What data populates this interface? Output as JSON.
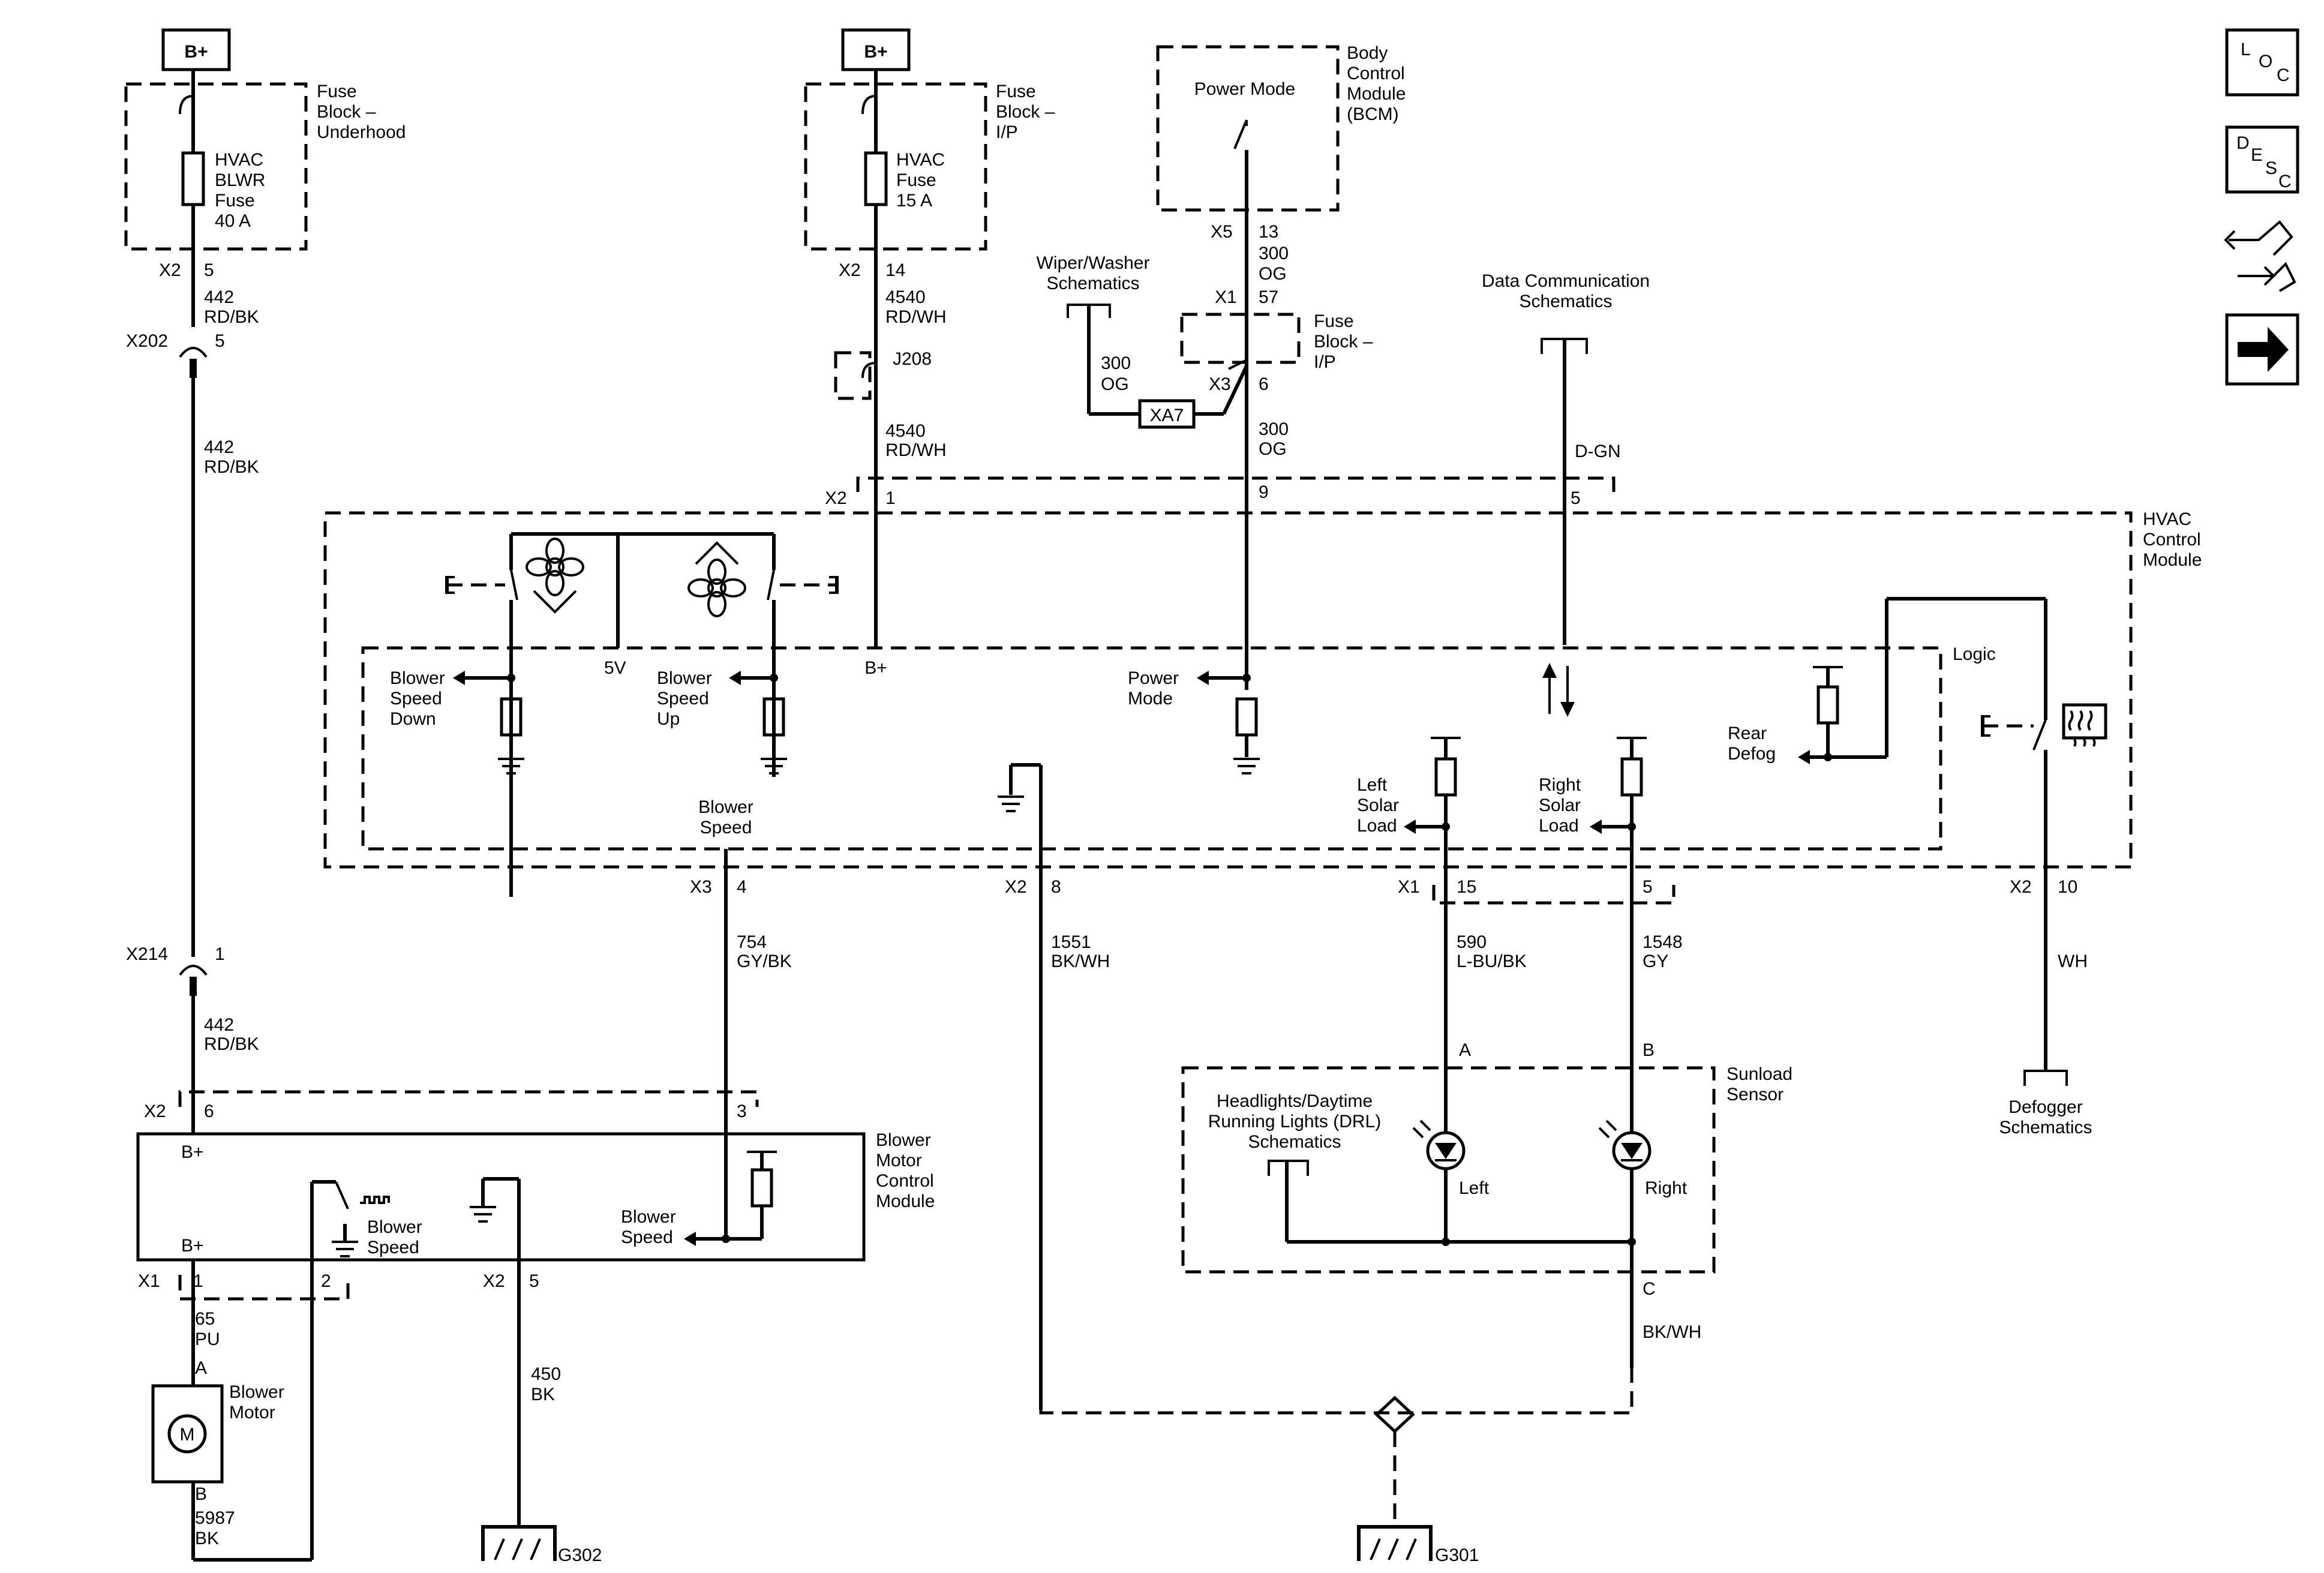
{
  "power": {
    "b_plus_left": "B+",
    "b_plus_mid": "B+"
  },
  "fuse_underhood": {
    "block": [
      "Fuse",
      "Block –",
      "Underhood"
    ],
    "fuse": [
      "HVAC",
      "BLWR",
      "Fuse",
      "40 A"
    ],
    "conn": "X2",
    "pin": "5",
    "wire1": [
      "442",
      "RD/BK"
    ],
    "x202": "X202",
    "x202_pin": "5",
    "wire2": [
      "442",
      "RD/BK"
    ],
    "x214": "X214",
    "x214_pin": "1",
    "wire3": [
      "442",
      "RD/BK"
    ]
  },
  "fuse_ip": {
    "block": [
      "Fuse",
      "Block –",
      "I/P"
    ],
    "fuse": [
      "HVAC",
      "Fuse",
      "15 A"
    ],
    "conn": "X2",
    "pin": "14",
    "wire1": [
      "4540",
      "RD/WH"
    ],
    "splice": "J208",
    "wire2": [
      "4540",
      "RD/WH"
    ],
    "hvac_conn": "X2",
    "hvac_pin": "1"
  },
  "bcm": {
    "title": [
      "Body",
      "Control",
      "Module",
      "(BCM)"
    ],
    "power_mode": "Power Mode",
    "conn": "X5",
    "pin": "13",
    "wire1": [
      "300",
      "OG"
    ],
    "fb_conn_top": "X1",
    "fb_pin_top": "57",
    "fb_label": [
      "Fuse",
      "Block –",
      "I/P"
    ],
    "fb_conn_bot": "X3",
    "fb_pin_bot": "6",
    "wire2": [
      "300",
      "OG"
    ],
    "hvac_pin": "9"
  },
  "wiper": {
    "label": [
      "Wiper/Washer",
      "Schematics"
    ],
    "wire": [
      "300",
      "OG"
    ],
    "conn": "XA7"
  },
  "data_comm": {
    "label": [
      "Data Communication",
      "Schematics"
    ],
    "wire": "D-GN",
    "hvac_pin": "5"
  },
  "hvac": {
    "title": [
      "HVAC",
      "Control",
      "Module"
    ],
    "logic": "Logic",
    "five_v": "5V",
    "b_plus": "B+",
    "blower_speed_down": [
      "Blower",
      "Speed",
      "Down"
    ],
    "blower_speed_up": [
      "Blower",
      "Speed",
      "Up"
    ],
    "power_mode": [
      "Power",
      "Mode"
    ],
    "rear_defog": [
      "Rear",
      "Defog"
    ],
    "left_solar": [
      "Left",
      "Solar",
      "Load"
    ],
    "right_solar": [
      "Right",
      "Solar",
      "Load"
    ],
    "blower_speed": [
      "Blower",
      "Speed"
    ]
  },
  "pins_bottom": {
    "x3": "X3",
    "x3_pin": "4",
    "w754": [
      "754",
      "GY/BK"
    ],
    "x2a": "X2",
    "x2a_pin": "8",
    "w1551": [
      "1551",
      "BK/WH"
    ],
    "x1": "X1",
    "x1_pin15": "15",
    "x1_pin5": "5",
    "w590": [
      "590",
      "L-BU/BK"
    ],
    "w1548": [
      "1548",
      "GY"
    ],
    "x2b": "X2",
    "x2b_pin": "10",
    "wh": "WH"
  },
  "sunload": {
    "title": [
      "Sunload",
      "Sensor"
    ],
    "pin_a": "A",
    "pin_b": "B",
    "pin_c": "C",
    "drl": [
      "Headlights/Daytime",
      "Running Lights (DRL)",
      "Schematics"
    ],
    "left": "Left",
    "right": "Right",
    "wire_c": "BK/WH"
  },
  "defogger": {
    "label": [
      "Defogger",
      "Schematics"
    ]
  },
  "bmcm": {
    "title": [
      "Blower",
      "Motor",
      "Control",
      "Module"
    ],
    "b_plus_top": "B+",
    "b_plus_bot": "B+",
    "blower_speed_in": [
      "Blower",
      "Speed"
    ],
    "blower_speed_out": [
      "Blower",
      "Speed"
    ],
    "x2": "X2",
    "x2_pin6": "6",
    "x2_pin3": "3",
    "x1": "X1",
    "x1_pin1": "1",
    "x1_pin2": "2",
    "x2b": "X2",
    "x2b_pin5": "5"
  },
  "motor": {
    "label": [
      "Blower",
      "Motor"
    ],
    "m": "M",
    "pin_a": "A",
    "pin_b": "B",
    "wire_a": [
      "65",
      "PU"
    ],
    "wire_b": [
      "5987",
      "BK"
    ]
  },
  "grounds": {
    "g302": "G302",
    "g301": "G301",
    "w450": [
      "450",
      "BK"
    ]
  },
  "nav": {
    "loc": [
      "L",
      "O",
      "C"
    ],
    "desc": [
      "D",
      "E",
      "S",
      "C"
    ]
  }
}
